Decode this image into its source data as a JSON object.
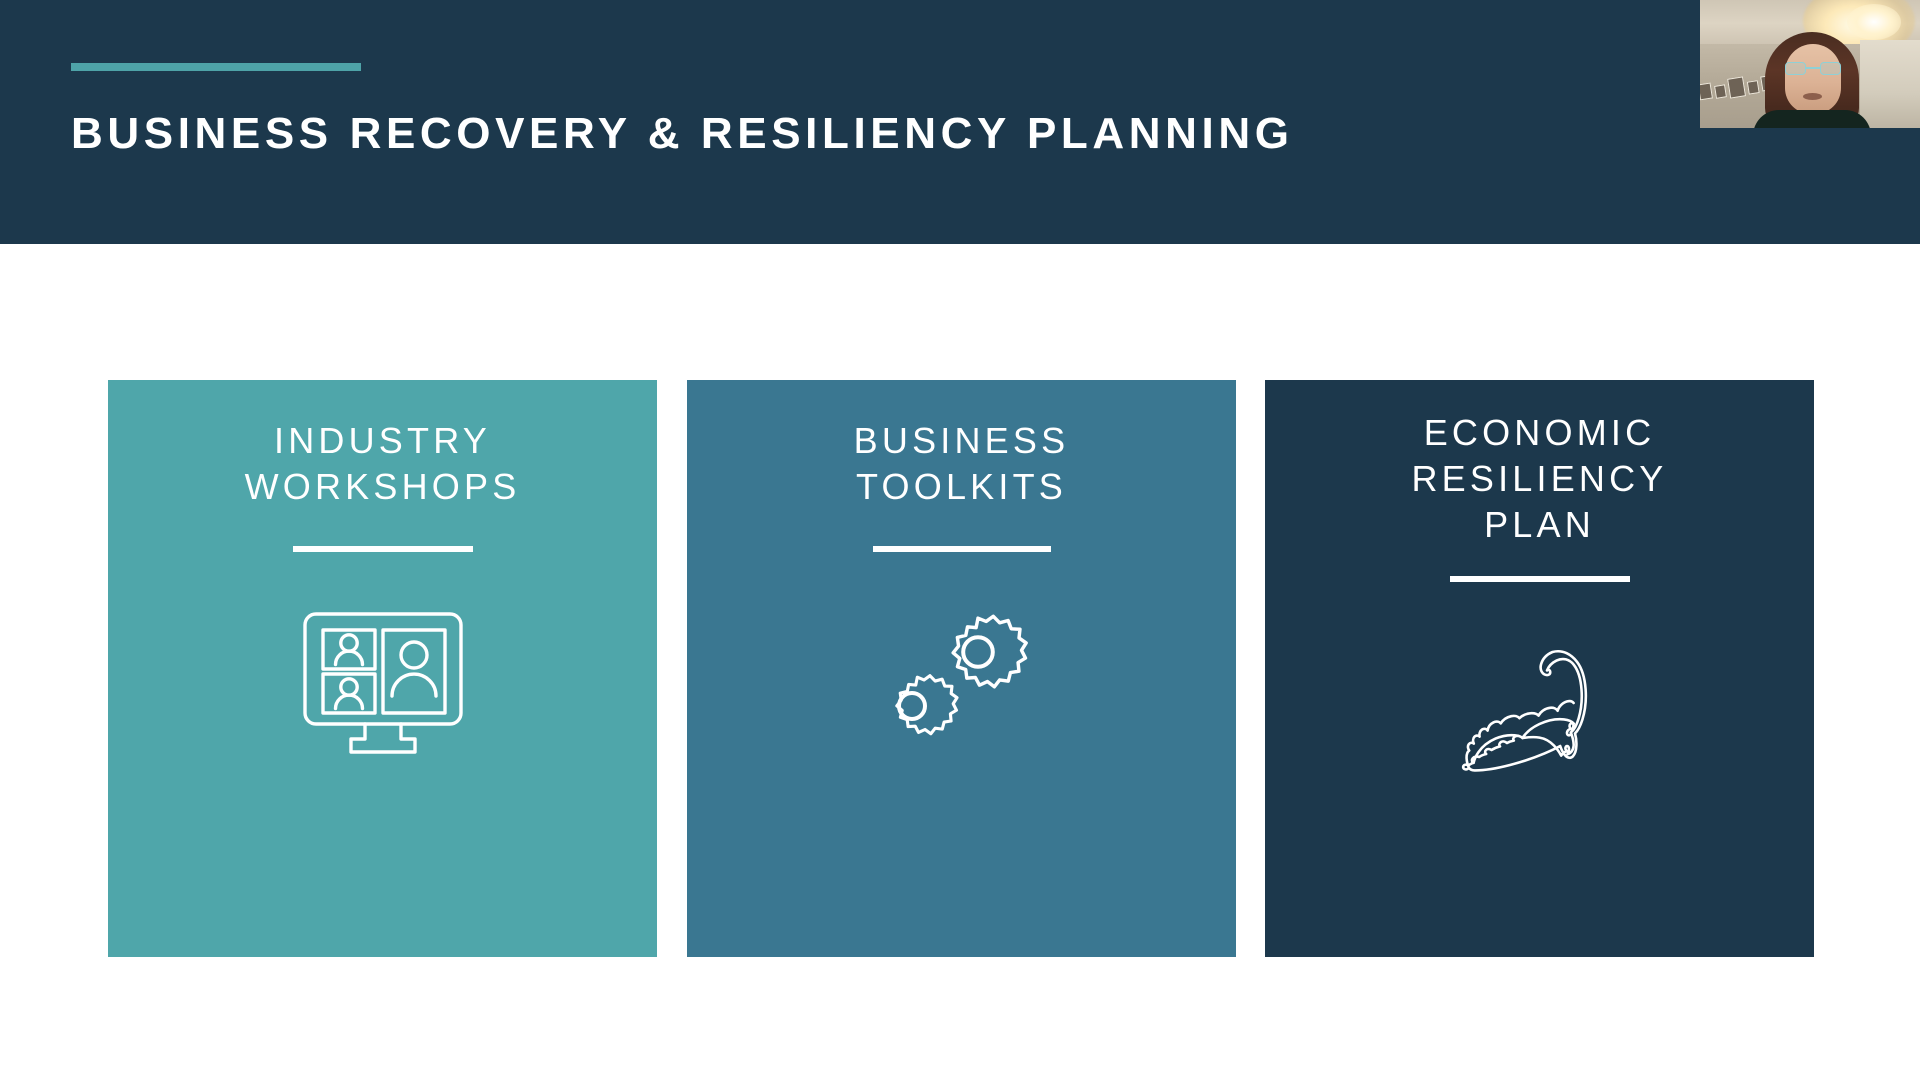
{
  "slide": {
    "background_color": "#ffffff",
    "header": {
      "background_color": "#1c384c",
      "accent_color": "#4ea3a8",
      "title": "BUSINESS RECOVERY & RESILIENCY PLANNING"
    },
    "webcam": {
      "label": "presenter-video-feed"
    },
    "cards": [
      {
        "title": "INDUSTRY\nWORKSHOPS",
        "title_line_1": "INDUSTRY",
        "title_line_2": "WORKSHOPS",
        "background_color": "#4fa6aa",
        "icon": "video-conference-monitor-icon"
      },
      {
        "title": "BUSINESS\nTOOLKITS",
        "title_line_1": "BUSINESS",
        "title_line_2": "TOOLKITS",
        "background_color": "#3a7791",
        "icon": "gears-icon"
      },
      {
        "title": "ECONOMIC\nRESILIENCY\nPLAN",
        "title_line_1": "ECONOMIC",
        "title_line_2": "RESILIENCY",
        "title_line_3": "PLAN",
        "background_color": "#1c384c",
        "icon": "cape-cod-map-icon"
      }
    ]
  }
}
